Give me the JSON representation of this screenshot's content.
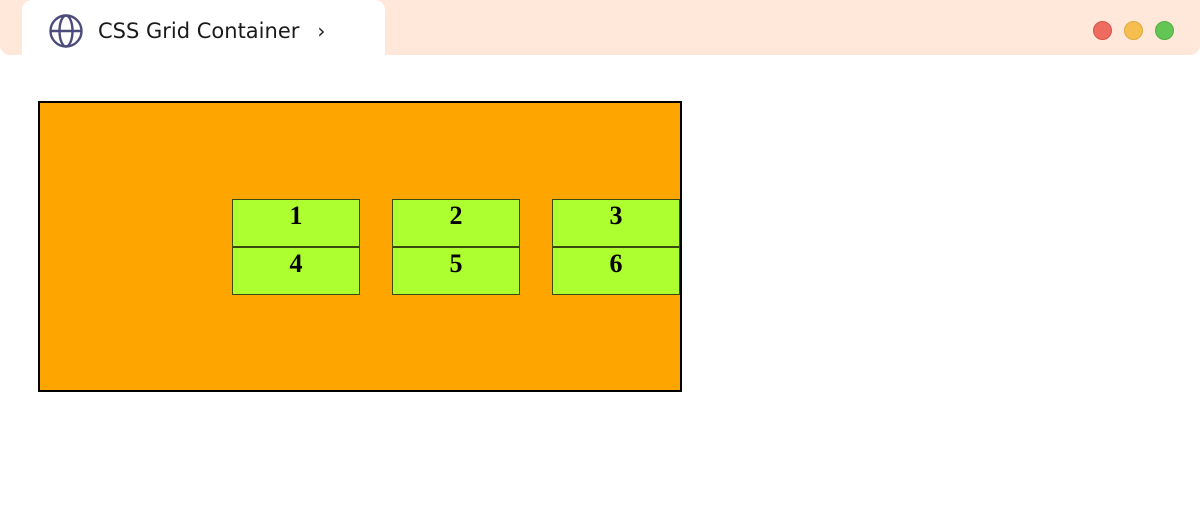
{
  "window": {
    "tab": {
      "icon": "globe-icon",
      "title": "CSS Grid Container",
      "chevron": "›"
    },
    "controls": [
      {
        "name": "close",
        "color": "#ee6b60"
      },
      {
        "name": "minimize",
        "color": "#f5be4f"
      },
      {
        "name": "maximize",
        "color": "#62c554"
      }
    ],
    "titlebar_color": "#ffe8d9"
  },
  "grid": {
    "background": "#ffa500",
    "item_background": "#adff2f",
    "items": [
      {
        "label": "1"
      },
      {
        "label": "2"
      },
      {
        "label": "3"
      },
      {
        "label": "4"
      },
      {
        "label": "5"
      },
      {
        "label": "6"
      }
    ]
  }
}
